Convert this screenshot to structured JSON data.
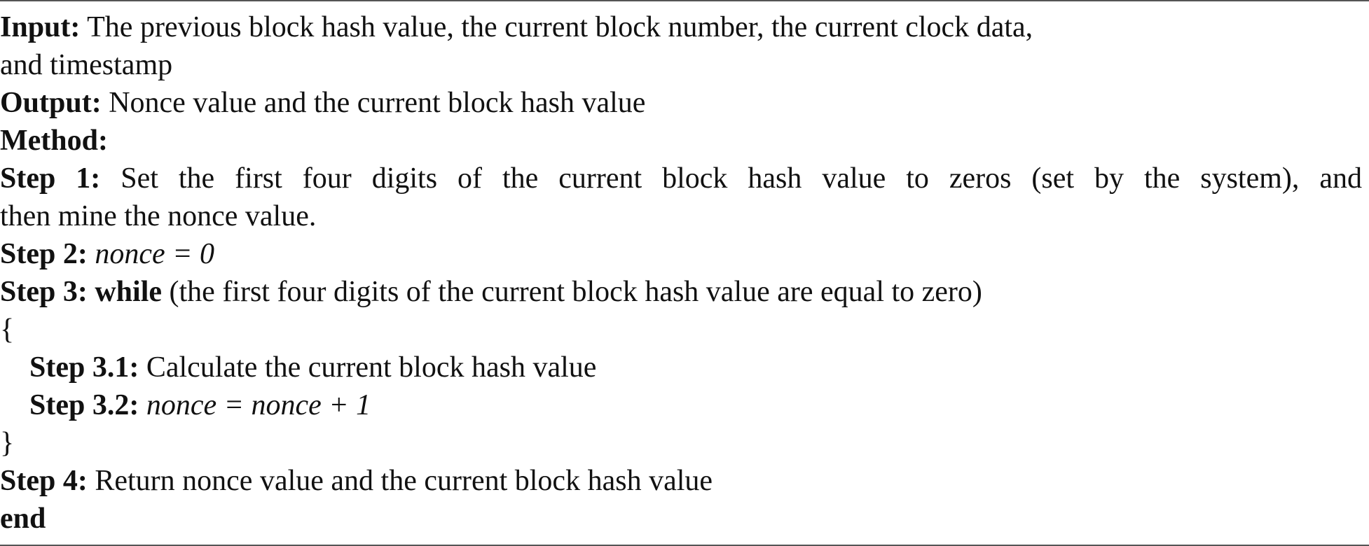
{
  "algorithm": {
    "input_label": "Input:",
    "input_text_1": "The previous block hash value, the current block number, the current clock data,",
    "input_text_2": "and timestamp",
    "output_label": "Output:",
    "output_text": "Nonce value and the current block hash value",
    "method_label": "Method:",
    "step1_label": "Step 1:",
    "step1_text_1": "Set the first four digits of the current block hash value to zeros (set by the system), and",
    "step1_text_2": "then mine the nonce value.",
    "step2_label": "Step 2:",
    "step2_expr": "nonce = 0",
    "step3_label": "Step 3:",
    "step3_keyword": "while",
    "step3_text": "(the first four digits of the current block hash value are equal to zero)",
    "open_brace": "{",
    "step31_label": "Step 3.1:",
    "step31_text": "Calculate the current block hash value",
    "step32_label": "Step 3.2:",
    "step32_expr": "nonce = nonce + 1",
    "close_brace": "}",
    "step4_label": "Step 4:",
    "step4_text": "Return nonce value and the current block hash value",
    "end_label": "end"
  }
}
